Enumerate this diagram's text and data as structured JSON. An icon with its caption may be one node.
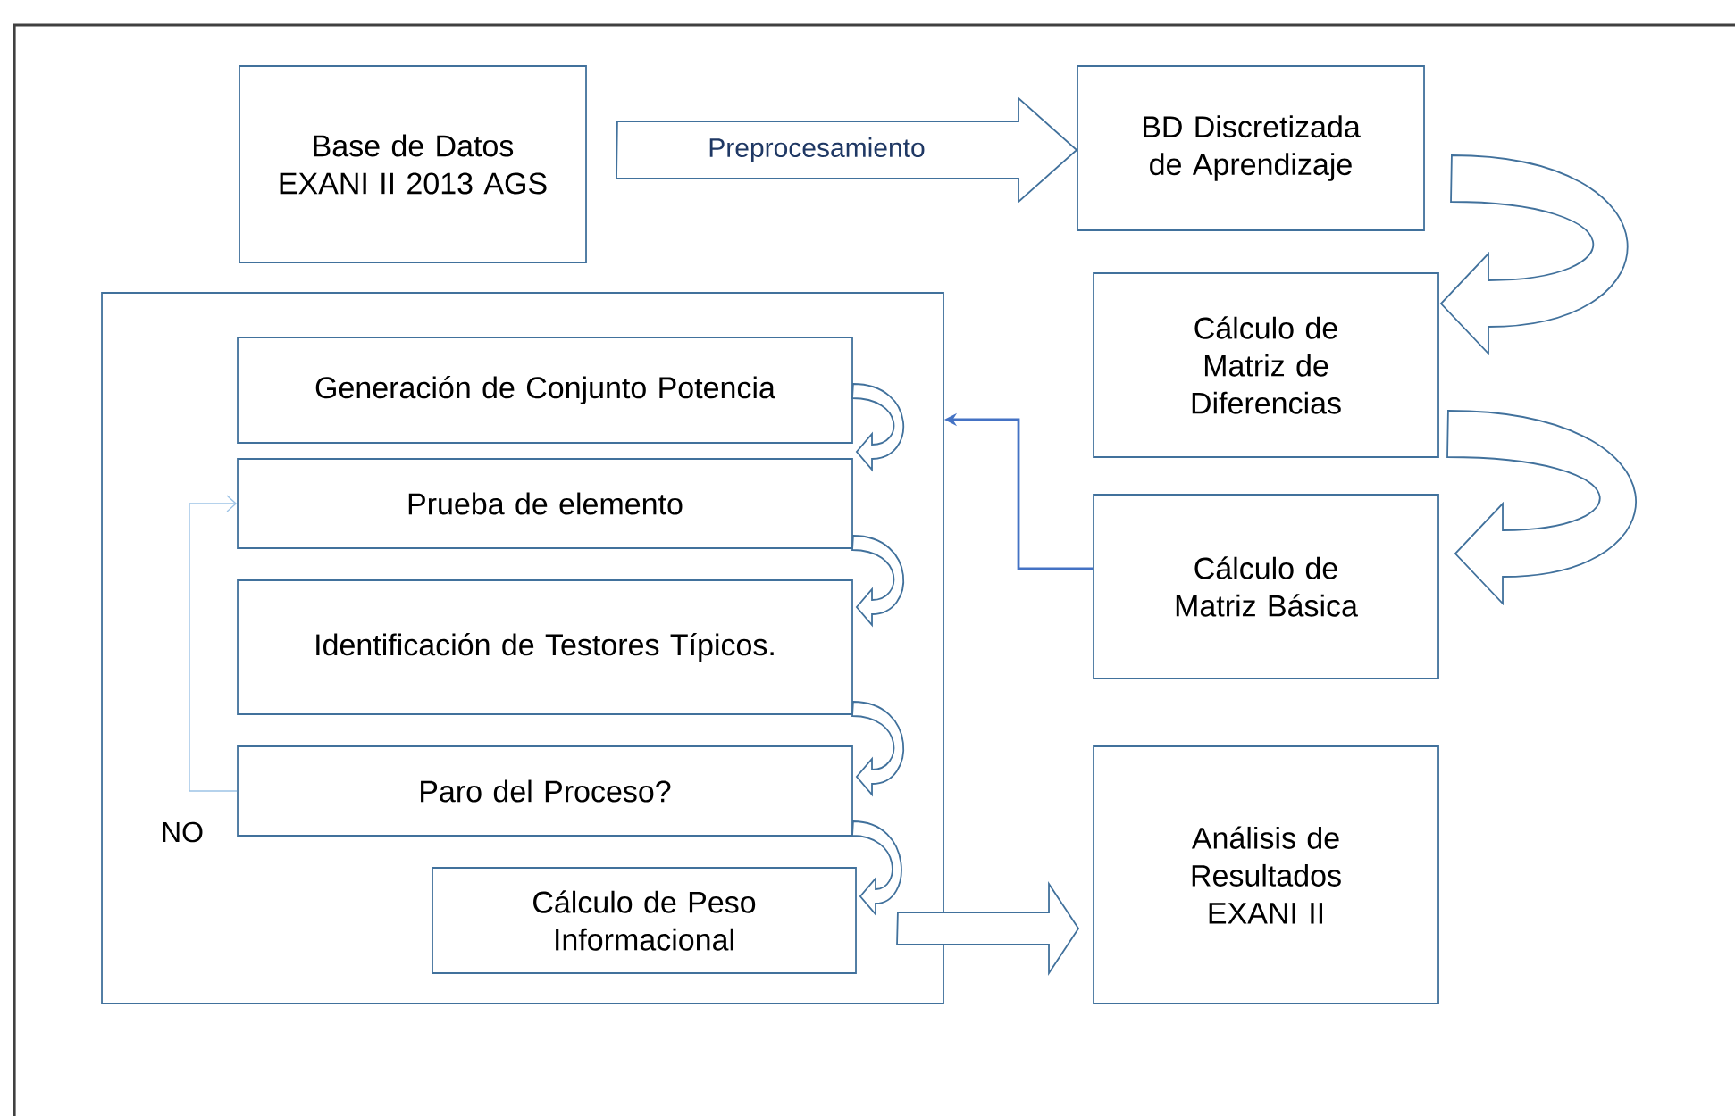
{
  "diagram": {
    "nodes": [
      {
        "text": [
          "Base de Datos EXANI II 2013 AGS"
        ]
      },
      {
        "text": [
          "BD Discretizada de Aprendizaje"
        ]
      },
      {
        "text": [
          "Cálculo de Matriz de Diferencias"
        ]
      },
      {
        "text": [
          "Cálculo de Matriz Básica"
        ]
      },
      {
        "text": [],
        "shape": "box"
      },
      {
        "text": [
          "Generación de Conjunto Potencia"
        ],
        "in": 4
      },
      {
        "text": [
          "Prueba de elemento"
        ],
        "in": 4
      },
      {
        "text": [
          "Identificación de Testores Típicos."
        ],
        "in": 4
      },
      {
        "text": [
          "Paro del Proceso?"
        ],
        "in": 4
      },
      {
        "text": [
          "Cálculo de Peso Informacional"
        ],
        "in": 4
      },
      {
        "text": [
          "Análisis de Resultados EXANI II"
        ]
      }
    ],
    "edges": [
      {
        "from": 0,
        "to": 1,
        "arrow": "to",
        "label": "Preprocesamiento"
      },
      {
        "from": 1,
        "to": 2,
        "arrow": "to"
      },
      {
        "from": 2,
        "to": 3,
        "arrow": "to"
      },
      {
        "from": 3,
        "to": 4,
        "arrow": "to",
        "color": "#4472c4"
      },
      {
        "from": 5,
        "to": 6,
        "arrow": "to"
      },
      {
        "from": 6,
        "to": 7,
        "arrow": "to"
      },
      {
        "from": 7,
        "to": 8,
        "arrow": "to"
      },
      {
        "from": 8,
        "to": 9,
        "arrow": "to"
      },
      {
        "from": 8,
        "to": 6,
        "arrow": "to",
        "label": "NO",
        "color": "#9dc3e6"
      },
      {
        "from": 9,
        "to": 10,
        "arrow": "to"
      }
    ]
  }
}
